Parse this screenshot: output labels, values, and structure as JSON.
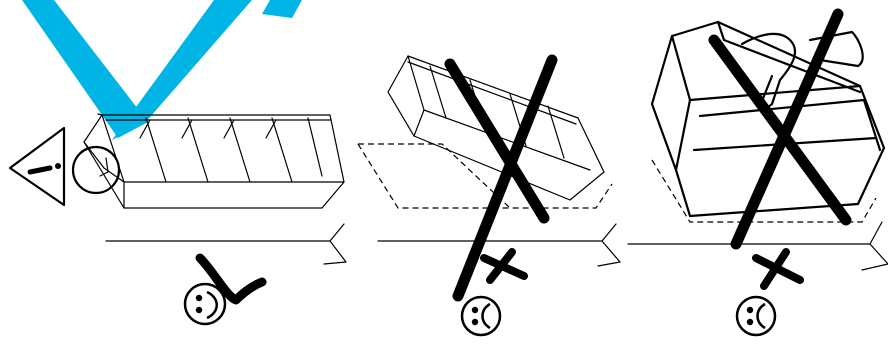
{
  "watermark": {
    "color": "#00b4e6"
  },
  "panels": [
    {
      "id": "correct",
      "verdict": "ok",
      "face_icon": "happy-face-icon",
      "mark": "check-mark-icon"
    },
    {
      "id": "tilted",
      "verdict": "not-ok",
      "face_icon": "sad-face-icon",
      "mark": "cross-mark-icon"
    },
    {
      "id": "lifted",
      "verdict": "not-ok",
      "face_icon": "sad-face-icon",
      "mark": "cross-mark-icon"
    }
  ],
  "icons": [
    "warning-triangle-icon",
    "clock-icon",
    "hand-icon"
  ]
}
